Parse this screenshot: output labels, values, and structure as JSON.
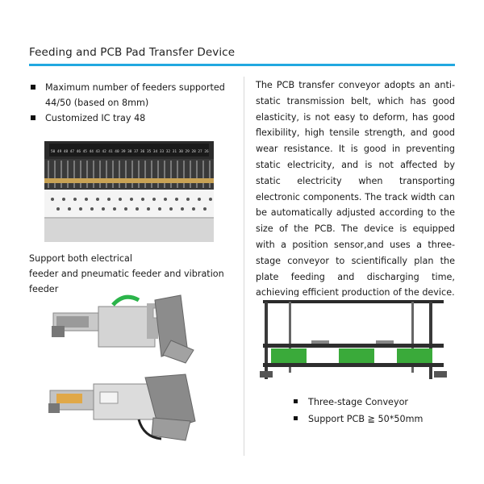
{
  "header": {
    "title": "Feeding and PCB Pad Transfer Device"
  },
  "left": {
    "bullets": [
      "Maximum number of feeders supported 44/50 (based on 8mm)",
      "Customized IC tray 48"
    ],
    "feeder_scale_numbers": "50 49 48 47 46 45 44 43 42 41 40 39 38 37 36 35 34 33 32 31 30 29 28 27 26",
    "support_line1": "Support both electrical",
    "support_line2": "feeder and pneumatic feeder and vibration feeder"
  },
  "right": {
    "paragraph": "The PCB transfer conveyor adopts an anti-static transmission belt, which has good elasticity, is not easy to deform, has good flexibility, high tensile strength, and good wear resistance. It is good in preventing static electricity, and is not affected by static electricity when transporting electronic components. The track width can be automatically  adjusted according to the size of the PCB. The device is equipped with a position sensor,and uses a three-stage conveyor to scientifically plan the plate feeding and discharging time, achieving efficient production of the device.",
    "conveyor_bullets": [
      "Three-stage Conveyor",
      "Support PCB ≧ 50*50mm"
    ]
  },
  "colors": {
    "accent": "#22a8e0",
    "conveyor_green": "#3aaa3a"
  }
}
